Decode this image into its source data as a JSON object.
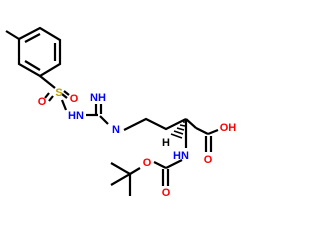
{
  "molecule": {
    "bond_color": "#000000",
    "label_colors": {
      "N": "#0000FF",
      "O": "#FF0000",
      "S": "#B8A000",
      "H": "#000000"
    },
    "labels": {
      "sulfonyl_o_left": "O",
      "sulfonyl_s": "S",
      "sulfonyl_o_right": "O",
      "imine_nh": "NH",
      "sulfonamide_hn": "HN",
      "guanidine_n": "N",
      "chiral_h": "H",
      "carboxyl_oh": "OH",
      "carboxyl_o": "O",
      "boc_hn": "HN",
      "boc_ester_o": "O",
      "boc_carbonyl_o": "O"
    }
  }
}
